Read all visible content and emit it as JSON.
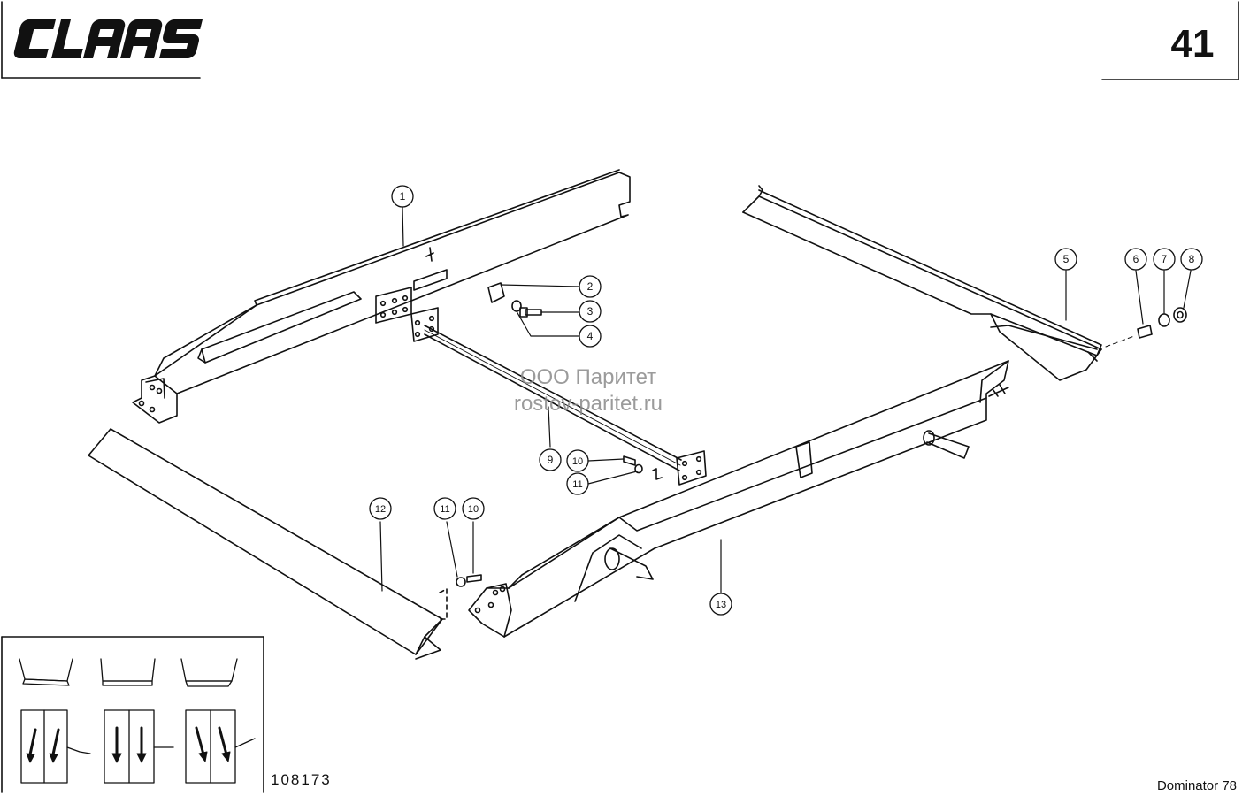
{
  "header": {
    "logo_text": "CLAAS",
    "page_number": "41"
  },
  "footer": {
    "drawing_number": "108173",
    "model": "Dominator 78"
  },
  "watermark": {
    "line1": "ООО Паритет",
    "line2": "rostov-paritet.ru"
  },
  "callouts": {
    "c1": "1",
    "c2": "2",
    "c3": "3",
    "c4": "4",
    "c5": "5",
    "c6": "6",
    "c7": "7",
    "c8": "8",
    "c9": "9",
    "c10a": "10",
    "c11a": "11",
    "c11b": "11",
    "c10b": "10",
    "c12": "12",
    "c13": "13"
  },
  "colors": {
    "ink": "#111111",
    "paper": "#ffffff",
    "watermark": "#8a8a8a"
  }
}
